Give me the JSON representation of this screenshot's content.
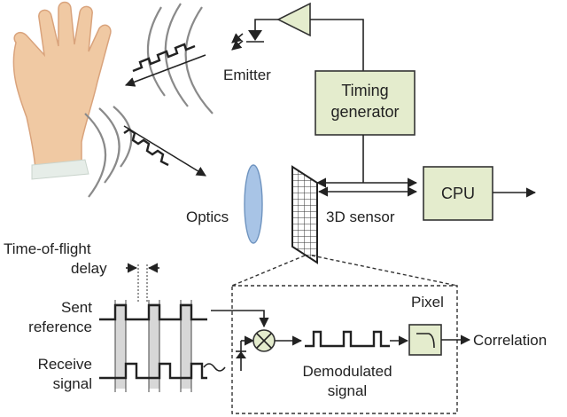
{
  "labels": {
    "emitter": "Emitter",
    "timing_line1": "Timing",
    "timing_line2": "generator",
    "cpu": "CPU",
    "optics": "Optics",
    "sensor": "3D sensor",
    "tof_line1": "Time-of-flight",
    "tof_line2": "delay",
    "sent_line1": "Sent",
    "sent_line2": "reference",
    "receive_line1": "Receive",
    "receive_line2": "signal",
    "pixel": "Pixel",
    "demod_line1": "Demodulated",
    "demod_line2": "signal",
    "correlation": "Correlation"
  },
  "icons": {
    "hand": "hand-icon",
    "led": "led-diode-icon",
    "amplifier": "amplifier-triangle-icon",
    "lens": "lens-icon",
    "sensor_grid": "sensor-grid-icon",
    "mixer": "mixer-multiply-icon",
    "filter": "lowpass-filter-icon",
    "photodiode": "photodiode-icon"
  },
  "colors": {
    "box_fill": "#e4eccd",
    "lens_fill": "#a8c4e6",
    "skin": "#f0c9a3",
    "wave_gray": "#8a8a8a"
  }
}
